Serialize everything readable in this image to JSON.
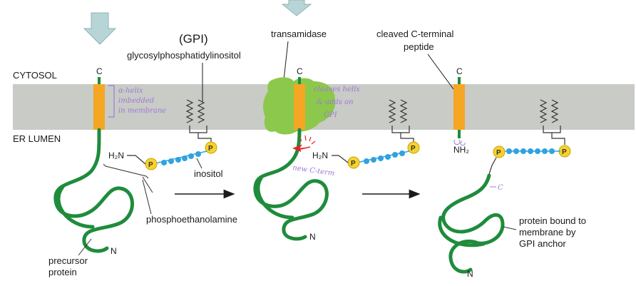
{
  "labels": {
    "gpi_abbrev": "(GPI)",
    "gpi_full": "glycosylphosphatidylinositol",
    "transamidase": "transamidase",
    "cleaved_line1": "cleaved C-terminal",
    "cleaved_line2": "peptide",
    "cytosol": "CYTOSOL",
    "er_lumen": "ER LUMEN",
    "c_term": "C",
    "n_term": "N",
    "h2n": "H₂N",
    "nh2": "NH₂",
    "p": "P",
    "inositol": "inositol",
    "phosphoethanolamine": "phosphoethanolamine",
    "precursor_line1": "precursor",
    "precursor_line2": "protein",
    "bound_line1": "protein bound to",
    "bound_line2": "membrane by",
    "bound_line3": "GPI anchor"
  },
  "annotations": {
    "note1_line1": "α-helix",
    "note1_line2": "imbedded",
    "note1_line3": "in membrane",
    "note2_line1": "cleaves helix",
    "note2_line2": "& adds on",
    "note2_line3": "GPI",
    "note3": "new C-term",
    "note4": "C"
  },
  "colors": {
    "membrane": "#c8cbc6",
    "protein": "#1e8c3c",
    "helix": "#f5a623",
    "transamidase": "#8cc84b",
    "sugar": "#2ea3e0",
    "phosphate": "#f7d22e",
    "arrow": "#b7d4d6",
    "annotation": "#a078d6",
    "highlight": "#e0262b"
  }
}
